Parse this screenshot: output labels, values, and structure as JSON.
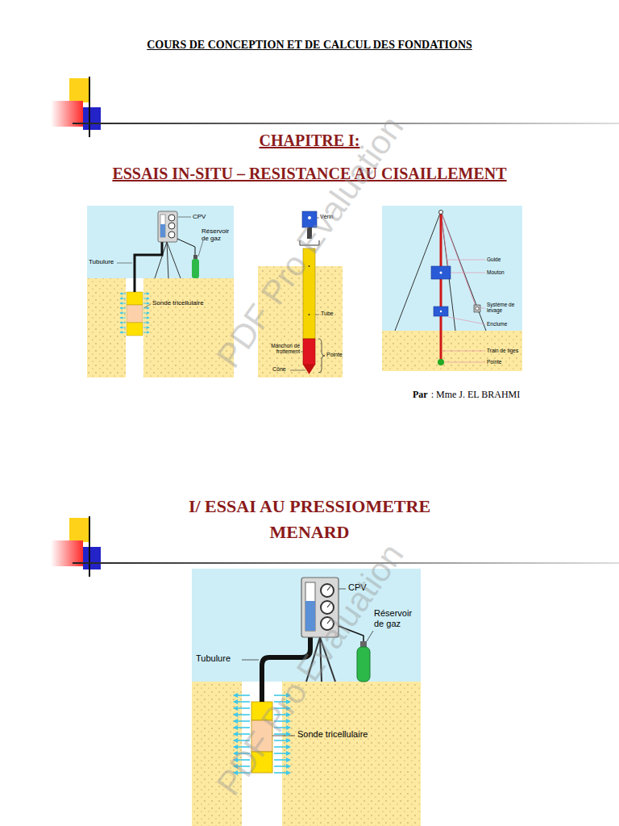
{
  "diagram": {
    "title": "COURS DE CONCEPTION ET DE CALCUL DES FONDATIONS",
    "labels": [
      "CHAPITRE I:",
      "ESSAIS IN-SITU – RESISTANCE AU CISAILLEMENT",
      "CPV",
      "Réservoir de gaz",
      "Tubulure",
      "Sonde tricellulaire",
      "Vérin",
      "Tube",
      "Manchon de frottement",
      "Pointe",
      "Cône",
      "Guide",
      "Mouton",
      "Système de levage",
      "Enclume",
      "Train de tiges",
      "Pointe",
      "Par",
      ": Mme J. EL BRAHMI",
      "I/ ESSAI AU PRESSIOMETRE MENARD",
      "CPV",
      "Réservoir de gaz",
      "Tubulure",
      "Sonde tricellulaire",
      "PDF Pro Evaluation",
      "PDF Pro Evaluation"
    ]
  }
}
